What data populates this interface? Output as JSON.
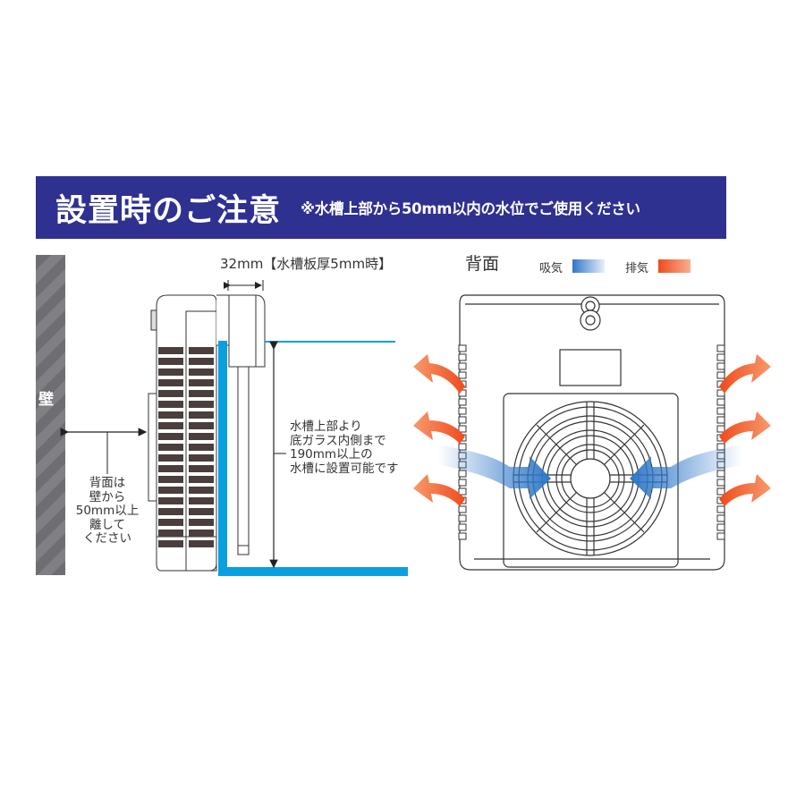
{
  "header": {
    "title": "設置時のご注意",
    "note": "※水槽上部から50mm以内の水位でご使用ください",
    "background_color": "#2e3190"
  },
  "side_view": {
    "wall_label": "壁",
    "wall_clearance_note": [
      "背面は",
      "壁から",
      "50mm以上",
      "離して",
      "ください"
    ],
    "dimension_top": "32mm【水槽板厚5mm時】",
    "depth_note": [
      "水槽上部より",
      "底ガラス内側まで",
      "190mm以上の",
      "水槽に設置可能です"
    ],
    "tank_color": "#0aa0e0"
  },
  "rear_view": {
    "title": "背面",
    "legend": [
      {
        "label": "吸気",
        "color": "#2f78c8",
        "icon": "intake-gradient-swatch"
      },
      {
        "label": "排気",
        "color": "#f05a28",
        "icon": "exhaust-gradient-swatch"
      }
    ]
  }
}
